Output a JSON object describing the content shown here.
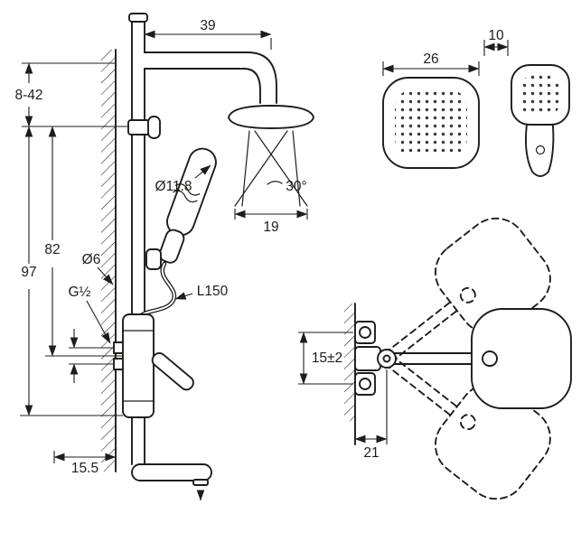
{
  "dims": {
    "front": {
      "arm_reach": "39",
      "height_range": "8-42",
      "riser_height": "82",
      "total_height": "97",
      "hole_dia": "Ø6",
      "thread": "G½",
      "handshower_dia": "Ø11.8",
      "hose_length": "L150",
      "spray_angle": "30°",
      "spray_width": "19",
      "bottom_reach": "15.5"
    },
    "faces": {
      "overhead_width": "26",
      "handshower_width": "10"
    },
    "plan": {
      "inlet_spacing": "15±2",
      "wall_distance": "21"
    }
  },
  "colors": {
    "line": "#1d1d1b",
    "background": "#ffffff",
    "dots": "#3a3a3a"
  }
}
